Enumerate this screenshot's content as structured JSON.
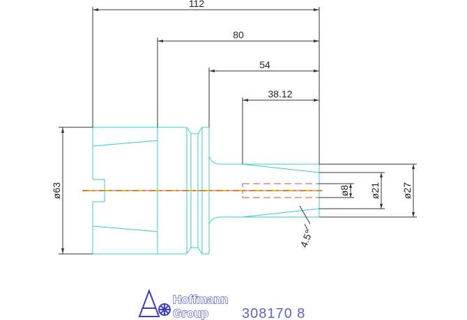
{
  "drawing": {
    "dimensions": {
      "overall_length": "112",
      "length_80": "80",
      "length_54": "54",
      "length_38": "38.12",
      "dia_63": "ø63",
      "dia_8": "ø8",
      "dia_21": "ø21",
      "dia_27": "ø27",
      "angle": "4.5°"
    },
    "colors": {
      "outline": "#33cccc",
      "dimension": "#333333",
      "center_yellow": "#e0c000",
      "center_red": "#e04040",
      "brand_blue": "#3c3cbe",
      "part_no": "#6060c8"
    }
  },
  "logo": {
    "line1": "Hoffmann",
    "line2": "Group"
  },
  "part_number": "308170 8"
}
